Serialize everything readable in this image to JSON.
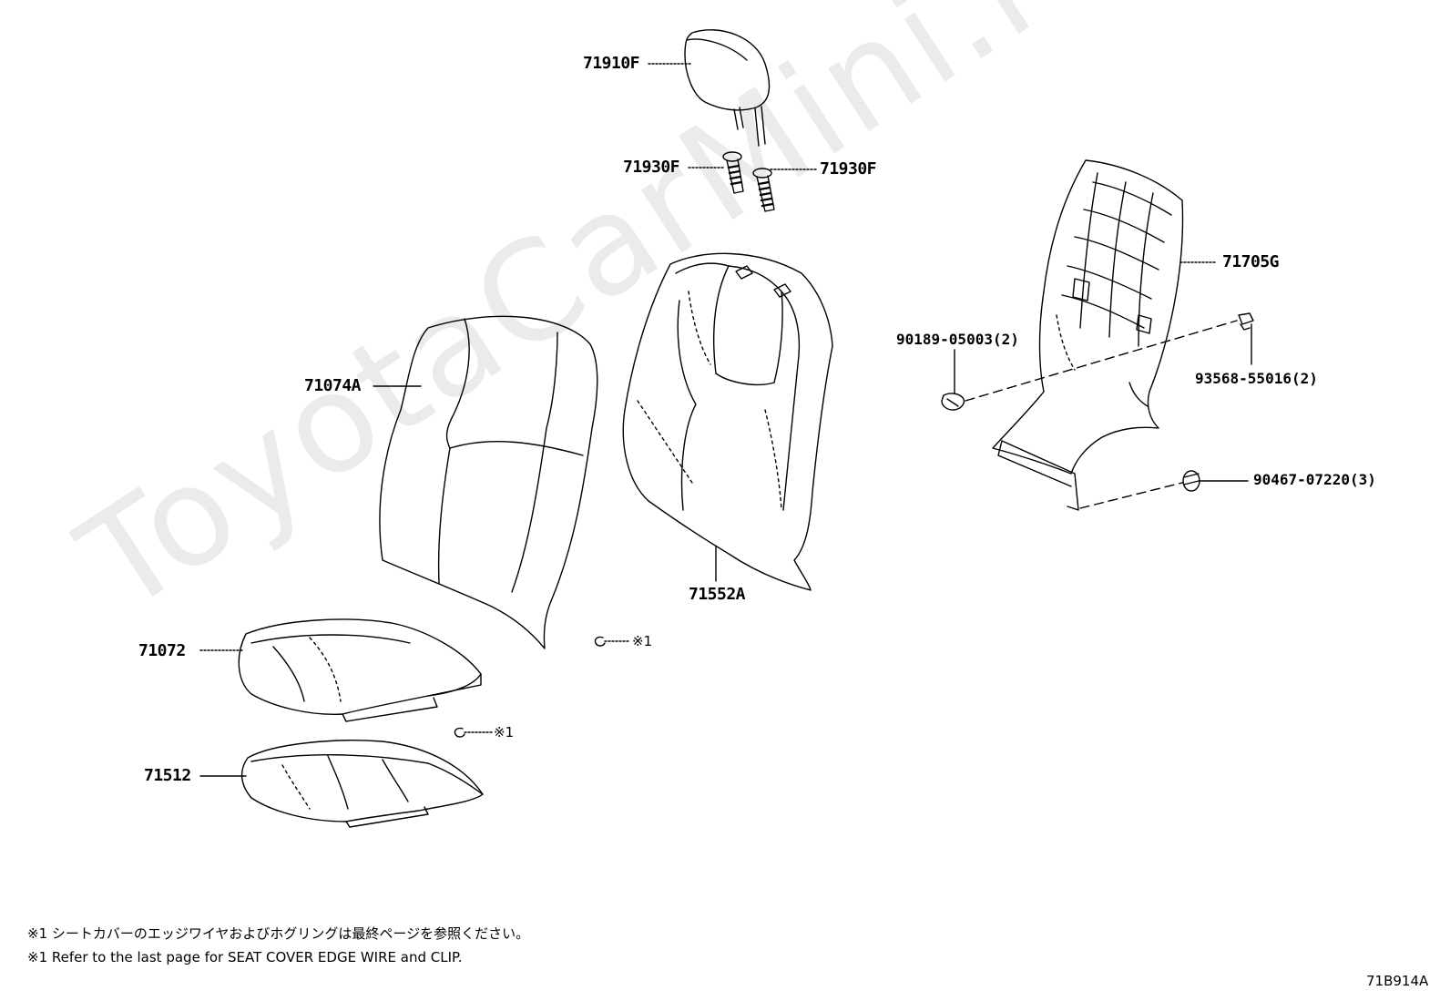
{
  "watermark": "ToyotaCarMini.ru",
  "parts": {
    "headrest": "71910F",
    "headrest_support_left": "71930F",
    "headrest_support_right": "71930F",
    "seatback_cover": "71074A",
    "seatback_pad": "71552A",
    "seatback_board": "71705G",
    "clip_left": "90189-05003(2)",
    "clip_right": "93568-55016(2)",
    "clip_lower": "90467-07220(3)",
    "cushion_cover": "71072",
    "cushion_pad": "71512"
  },
  "markers": {
    "hog_ring_upper": "※1",
    "hog_ring_lower": "※1"
  },
  "notes": {
    "jp": "※1 シートカバーのエッジワイヤおよびホグリングは最終ページを参照ください。",
    "en": "※1 Refer to the last page for SEAT COVER EDGE WIRE and CLIP."
  },
  "reference_code": "71B914A"
}
